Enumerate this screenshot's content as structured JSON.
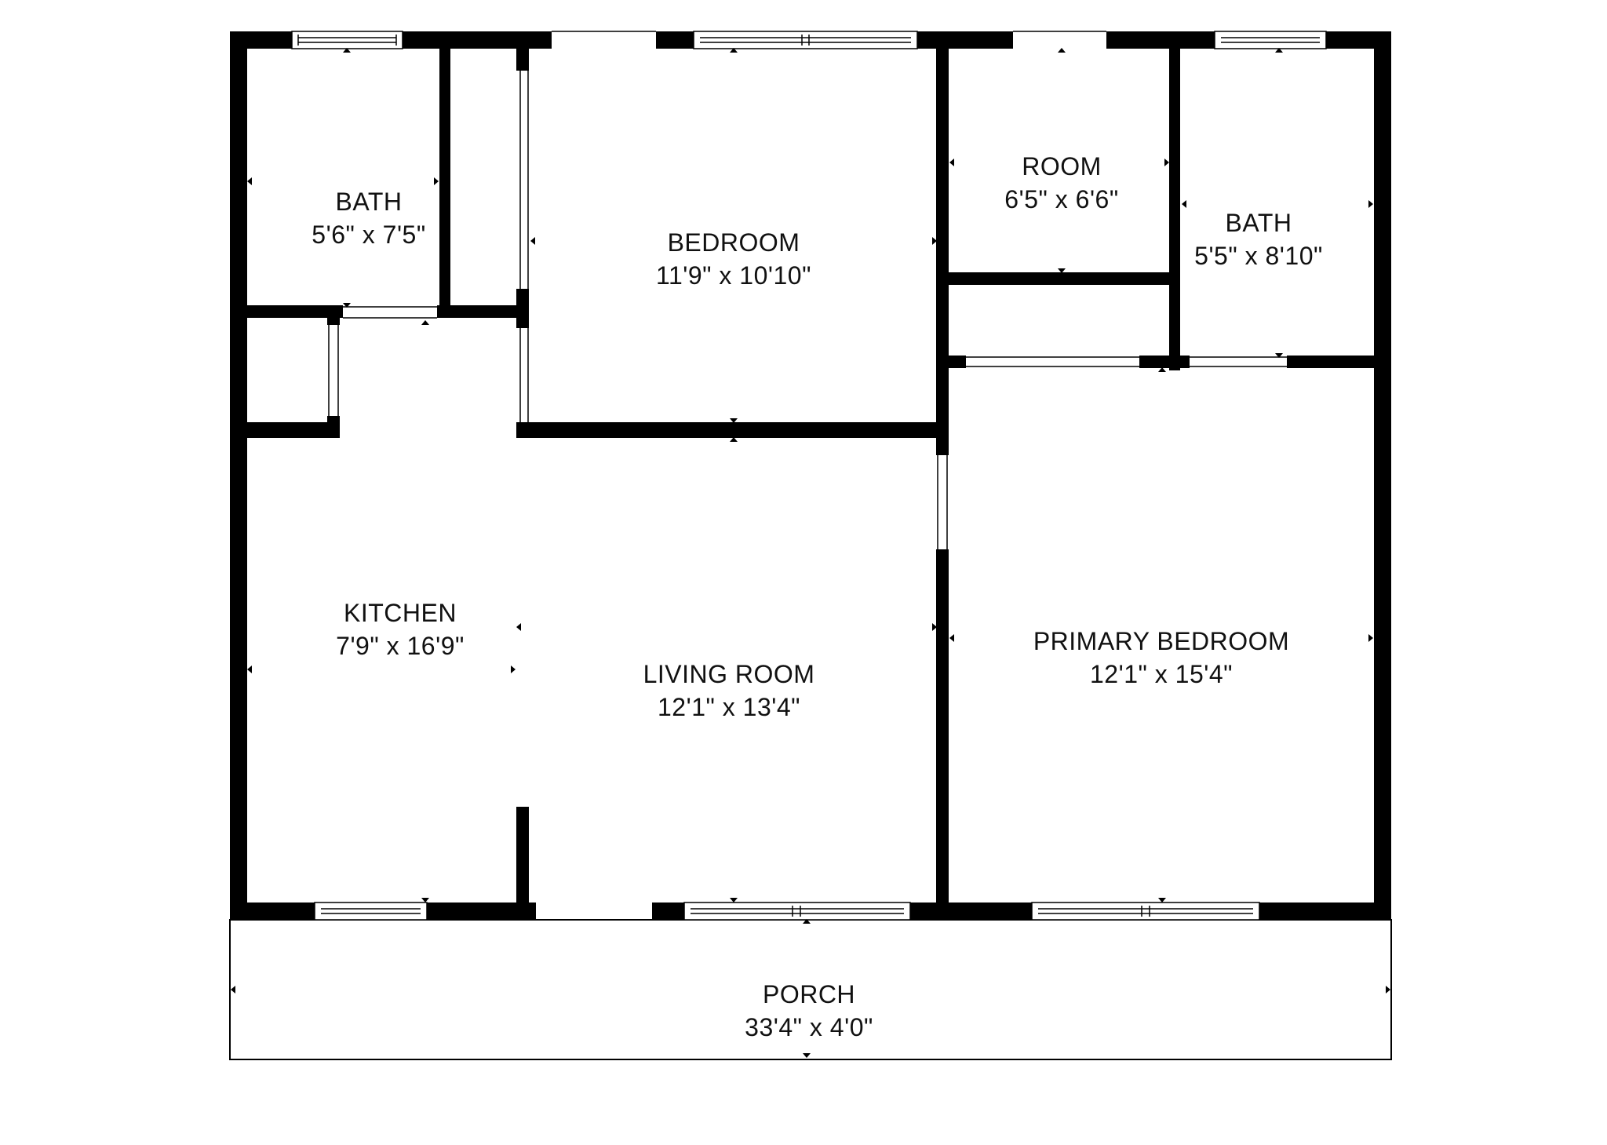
{
  "colors": {
    "wall": "#000000",
    "background": "#ffffff",
    "line": "#000000"
  },
  "rooms": [
    {
      "id": "bath-1",
      "name": "BATH",
      "dims": "5'6\" x 7'5\""
    },
    {
      "id": "bedroom",
      "name": "BEDROOM",
      "dims": "11'9\" x 10'10\""
    },
    {
      "id": "room",
      "name": "ROOM",
      "dims": "6'5\" x 6'6\""
    },
    {
      "id": "bath-2",
      "name": "BATH",
      "dims": "5'5\" x 8'10\""
    },
    {
      "id": "kitchen",
      "name": "KITCHEN",
      "dims": "7'9\" x 16'9\""
    },
    {
      "id": "living-room",
      "name": "LIVING ROOM",
      "dims": "12'1\" x 13'4\""
    },
    {
      "id": "primary-bedroom",
      "name": "PRIMARY BEDROOM",
      "dims": "12'1\" x 15'4\""
    },
    {
      "id": "porch",
      "name": "PORCH",
      "dims": "33'4\" x 4'0\""
    }
  ]
}
